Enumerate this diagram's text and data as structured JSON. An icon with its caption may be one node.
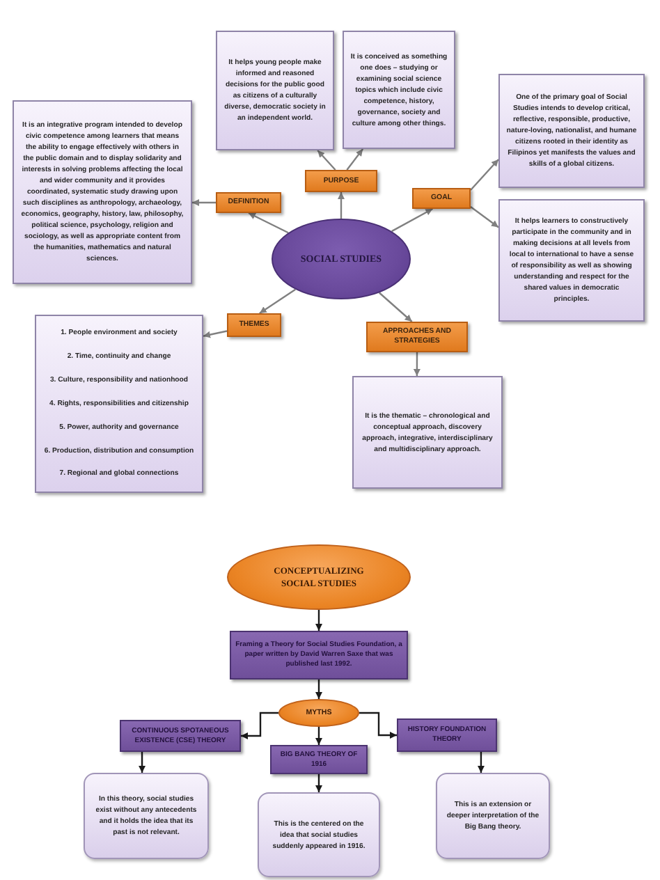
{
  "diagram": {
    "nodes": [
      {
        "text": [
          "It helps young people make informed and reasoned decisions for the public good as citizens of a culturally diverse, democratic society in an independent world."
        ]
      },
      {
        "text": [
          "It is conceived as something one does – studying or examining social science topics which include civic competence, history, governance, society and culture among other things."
        ]
      },
      {
        "text": [
          "One of the primary goal of Social Studies intends to develop critical, reflective, responsible, productive, nature-loving, nationalist, and humane citizens rooted in their identity as Filipinos yet manifests the values and skills of a global citizens."
        ]
      },
      {
        "text": [
          "It is an integrative program intended to develop civic competence among learners that means the ability to engage effectively with others in the public domain and to display solidarity and interests in solving problems affecting the local and wider community and it provides coordinated, systematic study drawing upon such disciplines as anthropology, archaeology, economics, geography, history, law, philosophy, political science, psychology, religion and sociology, as well as appropriate content from the humanities, mathematics and natural sciences."
        ]
      },
      {
        "text": [
          "PURPOSE"
        ]
      },
      {
        "text": [
          "GOAL"
        ]
      },
      {
        "text": [
          "DEFINITION"
        ]
      },
      {
        "text": [
          "It helps learners to constructively participate in the community and in making decisions at all levels from local to international to have a sense of responsibility as well as showing understanding and respect for the shared values in democratic principles."
        ]
      },
      {
        "text": [
          "SOCIAL STUDIES"
        ]
      },
      {
        "text": [
          "THEMES"
        ]
      },
      {
        "text": [
          "APPROACHES AND STRATEGIES"
        ]
      },
      {
        "text": [
          "1. People environment and society",
          "2. Time, continuity and change",
          "3. Culture, responsibility and nationhood",
          "4. Rights, responsibilities and citizenship",
          "5. Power, authority and governance",
          "6. Production, distribution and consumption",
          "7. Regional and global connections"
        ]
      },
      {
        "text": [
          "It is the thematic – chronological and conceptual approach, discovery approach, integrative, interdisciplinary and multidisciplinary approach."
        ]
      },
      {
        "text": [
          "CONCEPTUALIZING SOCIAL STUDIES"
        ]
      },
      {
        "text": [
          "Framing a Theory for Social Studies Foundation, a paper written by David Warren Saxe that was published last 1992."
        ]
      },
      {
        "text": [
          "MYTHS"
        ]
      },
      {
        "text": [
          "CONTINUOUS SPOTANEOUS EXISTENCE (CSE) THEORY"
        ]
      },
      {
        "text": [
          "BIG BANG THEORY OF 1916"
        ]
      },
      {
        "text": [
          "HISTORY FOUNDATION THEORY"
        ]
      },
      {
        "text": [
          "In this theory, social studies exist without any antecedents and it holds the idea that its past is not relevant."
        ]
      },
      {
        "text": [
          "This is the centered on the idea that social studies suddenly appeared in 1916."
        ]
      },
      {
        "text": [
          "This is an extension or deeper interpretation of the Big Bang theory."
        ]
      }
    ],
    "edges": [
      {
        "from": 8,
        "to": 6,
        "arrow": "to"
      },
      {
        "from": 6,
        "to": 3,
        "arrow": "to"
      },
      {
        "from": 8,
        "to": 4,
        "arrow": "to"
      },
      {
        "from": 4,
        "to": 0,
        "arrow": "to"
      },
      {
        "from": 4,
        "to": 1,
        "arrow": "to"
      },
      {
        "from": 8,
        "to": 5,
        "arrow": "to"
      },
      {
        "from": 5,
        "to": 2,
        "arrow": "to"
      },
      {
        "from": 5,
        "to": 7,
        "arrow": "to"
      },
      {
        "from": 8,
        "to": 9,
        "arrow": "to"
      },
      {
        "from": 9,
        "to": 11,
        "arrow": "to"
      },
      {
        "from": 8,
        "to": 10,
        "arrow": "to"
      },
      {
        "from": 10,
        "to": 12,
        "arrow": "to"
      },
      {
        "from": 13,
        "to": 14,
        "arrow": "to",
        "color": "#1a1a1a"
      },
      {
        "from": 14,
        "to": 15,
        "arrow": "to",
        "color": "#1a1a1a"
      },
      {
        "from": 15,
        "to": 16,
        "arrow": "to",
        "color": "#1a1a1a"
      },
      {
        "from": 15,
        "to": 17,
        "arrow": "to",
        "color": "#1a1a1a"
      },
      {
        "from": 15,
        "to": 18,
        "arrow": "to",
        "color": "#1a1a1a"
      },
      {
        "from": 16,
        "to": 19,
        "arrow": "to",
        "color": "#1a1a1a"
      },
      {
        "from": 17,
        "to": 20,
        "arrow": "to",
        "color": "#1a1a1a"
      },
      {
        "from": 18,
        "to": 21,
        "arrow": "to",
        "color": "#1a1a1a"
      }
    ]
  }
}
